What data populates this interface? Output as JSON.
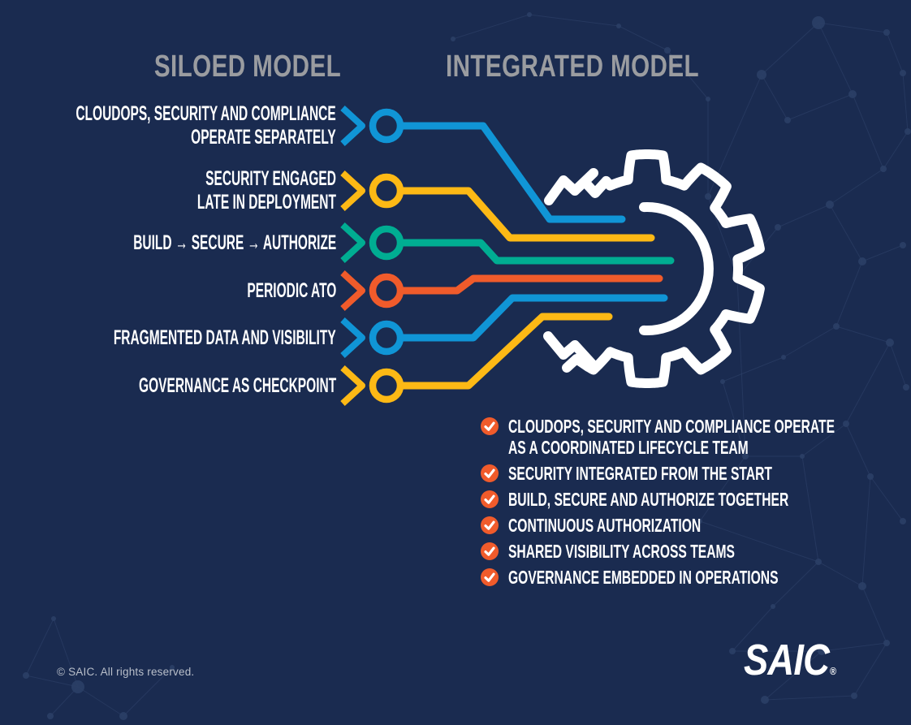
{
  "titles": {
    "siloed": "SILOED MODEL",
    "integrated": "INTEGRATED MODEL"
  },
  "siloed_items": [
    {
      "lines": [
        "CLOUDOPS, SECURITY AND COMPLIANCE",
        "OPERATE SEPARATELY"
      ],
      "color": "#1095d6"
    },
    {
      "lines": [
        "SECURITY ENGAGED",
        "LATE IN DEPLOYMENT"
      ],
      "color": "#fdb915"
    },
    {
      "lines": [
        "BUILD → SECURE → AUTHORIZE"
      ],
      "color": "#00ad92"
    },
    {
      "lines": [
        "PERIODIC ATO"
      ],
      "color": "#f05b2b"
    },
    {
      "lines": [
        "FRAGMENTED DATA AND VISIBILITY"
      ],
      "color": "#1095d6"
    },
    {
      "lines": [
        "GOVERNANCE AS CHECKPOINT"
      ],
      "color": "#fdb915"
    }
  ],
  "integrated_items": [
    {
      "lines": [
        "CLOUDOPS, SECURITY AND COMPLIANCE OPERATE",
        "AS A COORDINATED LIFECYCLE TEAM"
      ]
    },
    {
      "lines": [
        "SECURITY INTEGRATED FROM THE START"
      ]
    },
    {
      "lines": [
        "BUILD, SECURE AND AUTHORIZE TOGETHER"
      ]
    },
    {
      "lines": [
        "CONTINUOUS AUTHORIZATION"
      ]
    },
    {
      "lines": [
        "SHARED VISIBILITY ACROSS TEAMS"
      ]
    },
    {
      "lines": [
        "GOVERNANCE EMBEDDED IN OPERATIONS"
      ]
    }
  ],
  "colors": {
    "background_navy": "#1a2b50",
    "title_gray": "#9a9ca0",
    "blue": "#1095d6",
    "yellow": "#fdb915",
    "teal": "#00ad92",
    "orange": "#f05b2b",
    "check_orange": "#f05b2b",
    "gear_white": "#ffffff"
  },
  "footer": {
    "copyright": "© SAIC. All rights reserved.",
    "logo": "SAIC",
    "registered": "®"
  }
}
